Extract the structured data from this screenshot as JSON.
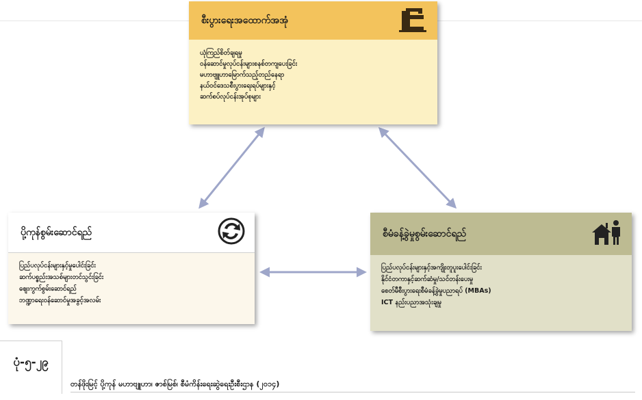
{
  "boxes": {
    "top": {
      "title": "စီးပွားရေးအထောက်အအုံ",
      "icon": "building-c-icon",
      "items": [
        "ယုံကြည်စိတ်ချရမှု",
        "ဝန်ဆောင်မှုလုပ်ငန်းများစနစ်တကျပေးခြင်း",
        "မဟာဗျူဟာမြောက်သည့်တည်နေရာ",
        "နယ်ဝင်ဒေသစီးပွားရေးရပ်များနှင့်",
        "ဆက်စပ်လုပ်ငန်းအုပ်စုများ"
      ]
    },
    "left": {
      "title": "ပို့ကုန်စွမ်းဆောင်ရည်",
      "icon": "cycle-arrows-icon",
      "items": [
        "ပြည်ပလုပ်ငန်းများနှင့်မှုပေါင်းခြင်း",
        "ဆက်ပစ္စည်းအသစ်များတင်သွင်းခြင်း",
        "ဈေးကွက်စွမ်းဆောင်ရည်",
        "ဘဏ္ဍာရေးဝန်ဆောင်မှုအခွင့်အလမ်း"
      ]
    },
    "right": {
      "title": "စီမံခန့်ခွဲမှုစွမ်းဆောင်ရည်",
      "icon": "house-person-icon",
      "items": [
        "ပြည်ပလုပ်ငန်းများနှင့်အကျိုးတူပူးပေါင်းခြင်း",
        "နိုင်ငံတကာနှင့်ဆက်ဆံမှု/သင်တန်းပေးမှု",
        "စေတ်မီစီးပွားရေးစီမံခန့်ခွဲမှုပညာရပ် (MBAs)",
        "ICT နည်းပညာအသုံးချမှု"
      ]
    }
  },
  "figure_number": "ပုံ-၅-၂၉",
  "caption": "တန်ဖိုးမြင့် ပို့ကုန် မဟာဗျူဟာ၊ ဇာစ်မြစ်၊ စီမံကိန်းရေးဆွဲရေးဦးစီးဌာန (၂၀၁၄)",
  "colors": {
    "top_header": "#f3c35c",
    "top_body": "#fcf1c4",
    "left_body": "#fcf7eb",
    "right_header": "#bdbb92",
    "right_body": "#e1e0c8",
    "arrow": "#9ea6c9"
  }
}
